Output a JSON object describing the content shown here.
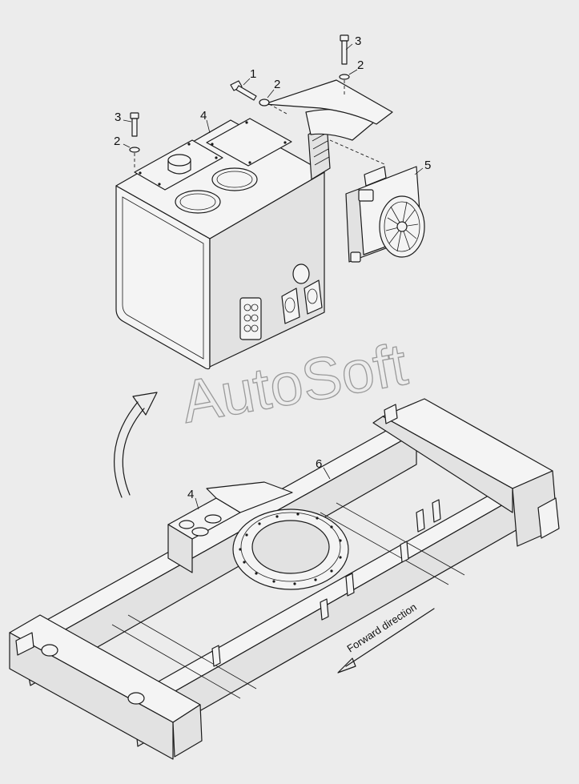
{
  "watermark": "AutoSoft",
  "direction_label": "Forward direction",
  "callouts": [
    "1",
    "2",
    "3",
    "2",
    "3",
    "2",
    "4",
    "5",
    "6",
    "4"
  ]
}
